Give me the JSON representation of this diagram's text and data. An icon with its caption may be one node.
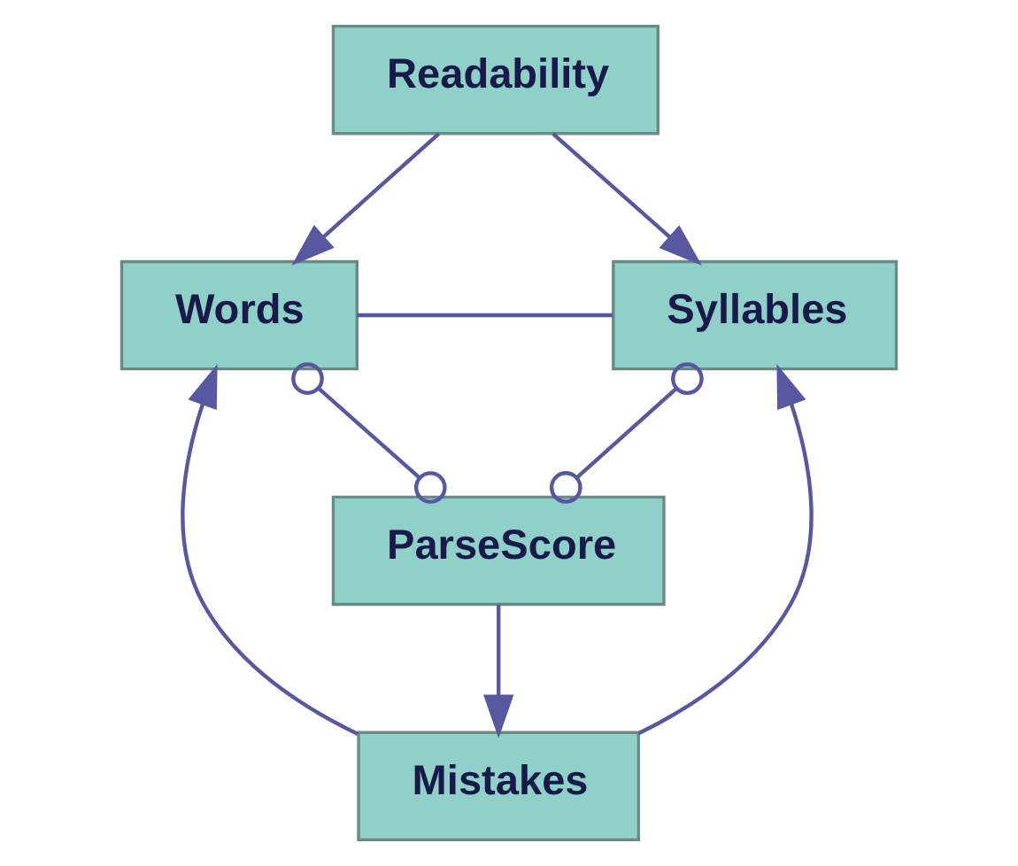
{
  "diagram": {
    "nodes": [
      {
        "text": [
          "Readability"
        ]
      },
      {
        "text": [
          "Words"
        ]
      },
      {
        "text": [
          "Syllables"
        ]
      },
      {
        "text": [
          "Mistakes"
        ]
      },
      {
        "text": [
          "ParseScore"
        ]
      }
    ],
    "edges": [
      {
        "from": 0,
        "to": 1,
        "arrow": "to"
      },
      {
        "from": 0,
        "to": 2,
        "arrow": "to"
      },
      {
        "from": 1,
        "to": 2,
        "arrow": "none"
      },
      {
        "from": 3,
        "to": 1,
        "arrow": "to"
      },
      {
        "from": 3,
        "to": 2,
        "arrow": "to"
      },
      {
        "from": 4,
        "to": 3,
        "arrow": "to"
      },
      {
        "from": 1,
        "to": 4,
        "arrow": "other"
      },
      {
        "from": 2,
        "to": 4,
        "arrow": "other"
      }
    ]
  }
}
